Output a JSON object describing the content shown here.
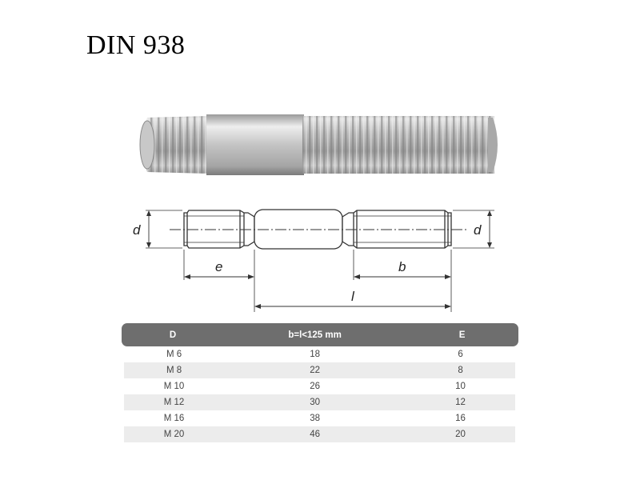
{
  "title": "DIN 938",
  "dimensions": {
    "d_left": "d",
    "d_right": "d",
    "e": "e",
    "b": "b",
    "l": "l"
  },
  "table": {
    "headers": [
      "D",
      "b=l<125 mm",
      "E"
    ],
    "rows": [
      [
        "M 6",
        "18",
        "6"
      ],
      [
        "M 8",
        "22",
        "8"
      ],
      [
        "M 10",
        "26",
        "10"
      ],
      [
        "M 12",
        "30",
        "12"
      ],
      [
        "M 16",
        "38",
        "16"
      ],
      [
        "M 20",
        "46",
        "20"
      ]
    ]
  },
  "colors": {
    "header_bg": "#6e6e6e",
    "row_alt": "#ececec",
    "steel": "#b8b8b8"
  }
}
